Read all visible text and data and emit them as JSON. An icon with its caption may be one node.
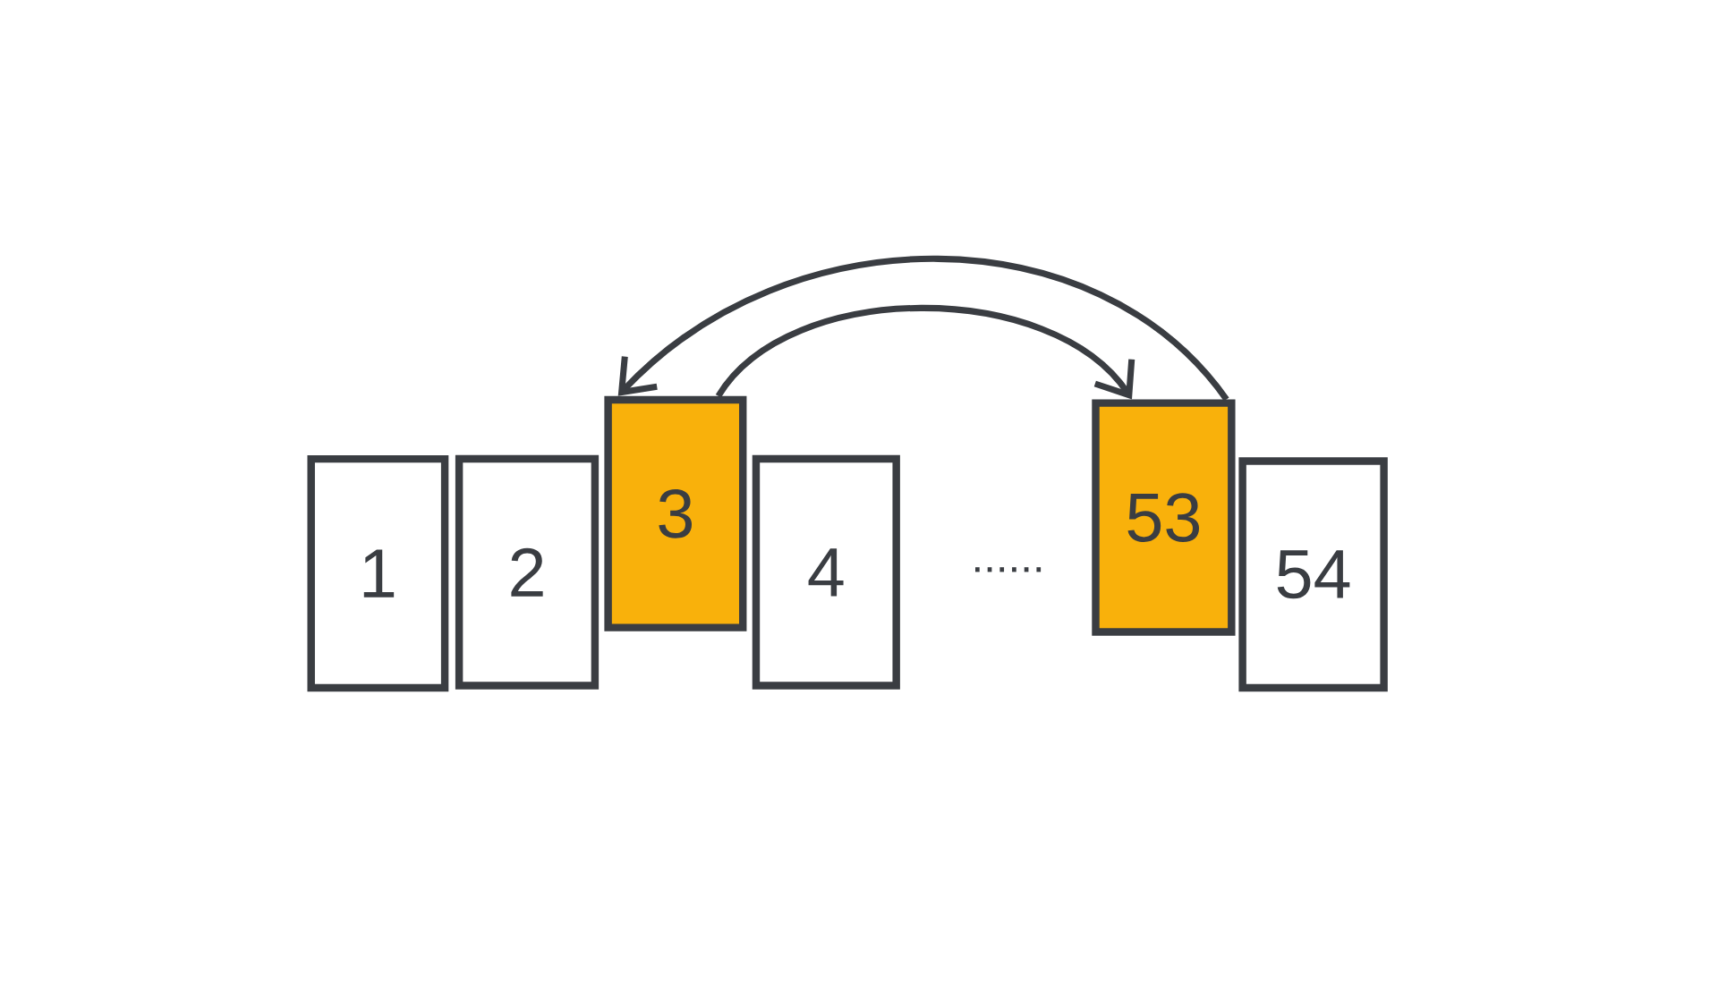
{
  "diagram": {
    "nodes": [
      {
        "text": [
          "1"
        ]
      },
      {
        "text": [
          "2"
        ]
      },
      {
        "text": [
          "3"
        ]
      },
      {
        "text": [
          "4"
        ]
      },
      {
        "text": [
          "53"
        ]
      },
      {
        "text": [
          "54"
        ]
      }
    ],
    "edges": [
      {
        "from": 2,
        "to": 4,
        "arrow": "to"
      },
      {
        "from": 4,
        "to": 2,
        "arrow": "to"
      }
    ],
    "labels": [
      "......"
    ]
  }
}
